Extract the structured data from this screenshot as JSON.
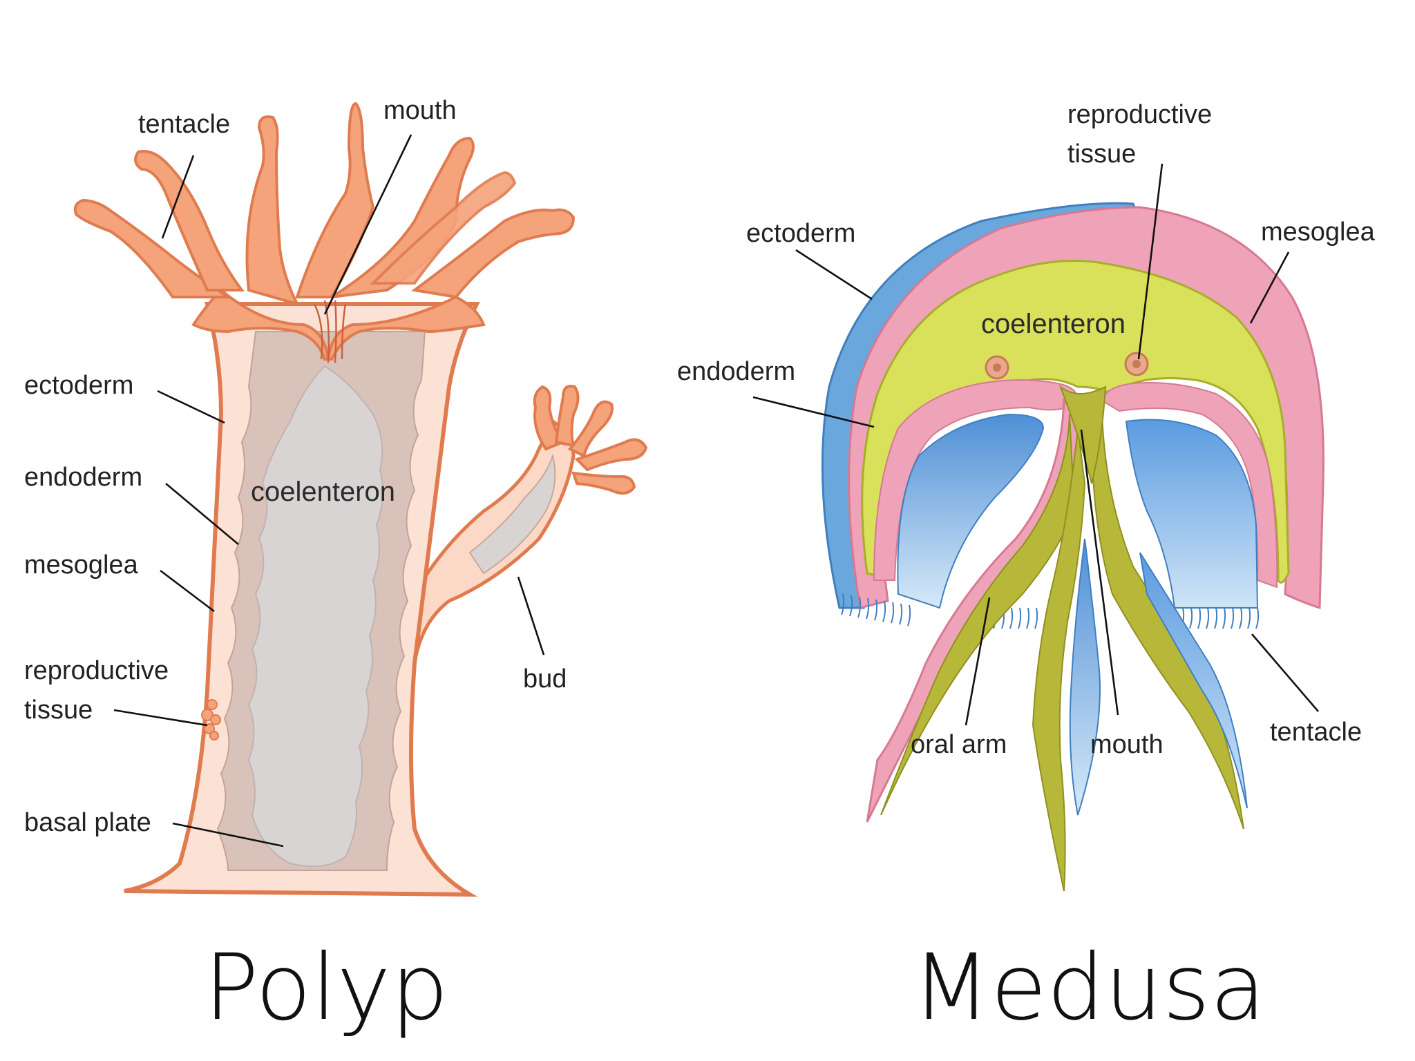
{
  "polyp": {
    "title": "Polyp",
    "labels": {
      "tentacle": "tentacle",
      "mouth": "mouth",
      "ectoderm": "ectoderm",
      "endoderm": "endoderm",
      "coelenteron": "coelenteron",
      "mesoglea": "mesoglea",
      "reproductive_1": "reproductive",
      "reproductive_2": "tissue",
      "basal_plate": "basal plate",
      "bud": "bud"
    }
  },
  "medusa": {
    "title": "Medusa",
    "labels": {
      "reproductive_1": "reproductive",
      "reproductive_2": "tissue",
      "ectoderm": "ectoderm",
      "mesoglea": "mesoglea",
      "coelenteron": "coelenteron",
      "endoderm": "endoderm",
      "oral_arm": "oral arm",
      "mouth": "mouth",
      "tentacle": "tentacle"
    }
  },
  "colors": {
    "polyp_ectoderm": "#f5a37a",
    "polyp_ectoderm_stroke": "#e07b50",
    "polyp_mesoglea": "#fbe2d4",
    "polyp_endoderm": "#d9c2ba",
    "polyp_coelenteron": "#d8d4d4",
    "medusa_ectoderm": "#6aa7dc",
    "medusa_mesoglea": "#eea3b8",
    "medusa_coelenteron": "#d9e05a",
    "medusa_oral_arm": "#b7b83a",
    "medusa_inner_blue": "#7fb6e6"
  }
}
